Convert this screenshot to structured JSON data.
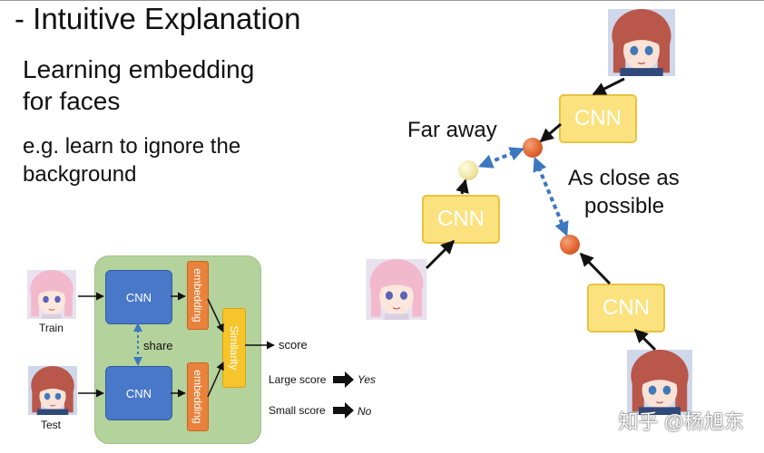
{
  "title": "- Intuitive Explanation",
  "subtitle_line1": "Learning embedding",
  "subtitle_line2": "for faces",
  "example_line1": "e.g. learn to ignore the",
  "example_line2": "background",
  "left_diagram": {
    "train_label": "Train",
    "test_label": "Test",
    "cnn_top": "CNN",
    "cnn_bottom": "CNN",
    "share_label": "share",
    "embedding_top": "embedding",
    "embedding_bottom": "embedding",
    "similarity_label": "Similarity",
    "score_label": "score",
    "large_score_label": "Large score",
    "large_result": "Yes",
    "small_score_label": "Small score",
    "small_result": "No"
  },
  "right_diagram": {
    "cnn_top": "CNN",
    "cnn_left": "CNN",
    "cnn_right": "CNN",
    "far_label": "Far away",
    "close_label_line1": "As close as",
    "close_label_line2": "possible"
  },
  "watermark": "知乎 @杨旭东",
  "colors": {
    "group_bg": "#b4d29c",
    "cnn_blue": "#4a78c8",
    "embedding_orange": "#e9823c",
    "similarity_yellow": "#f6c52b",
    "cnn_yellow": "#fbe27e",
    "dashed_blue": "#3c78c0",
    "ball_orange": "#e0602a"
  }
}
